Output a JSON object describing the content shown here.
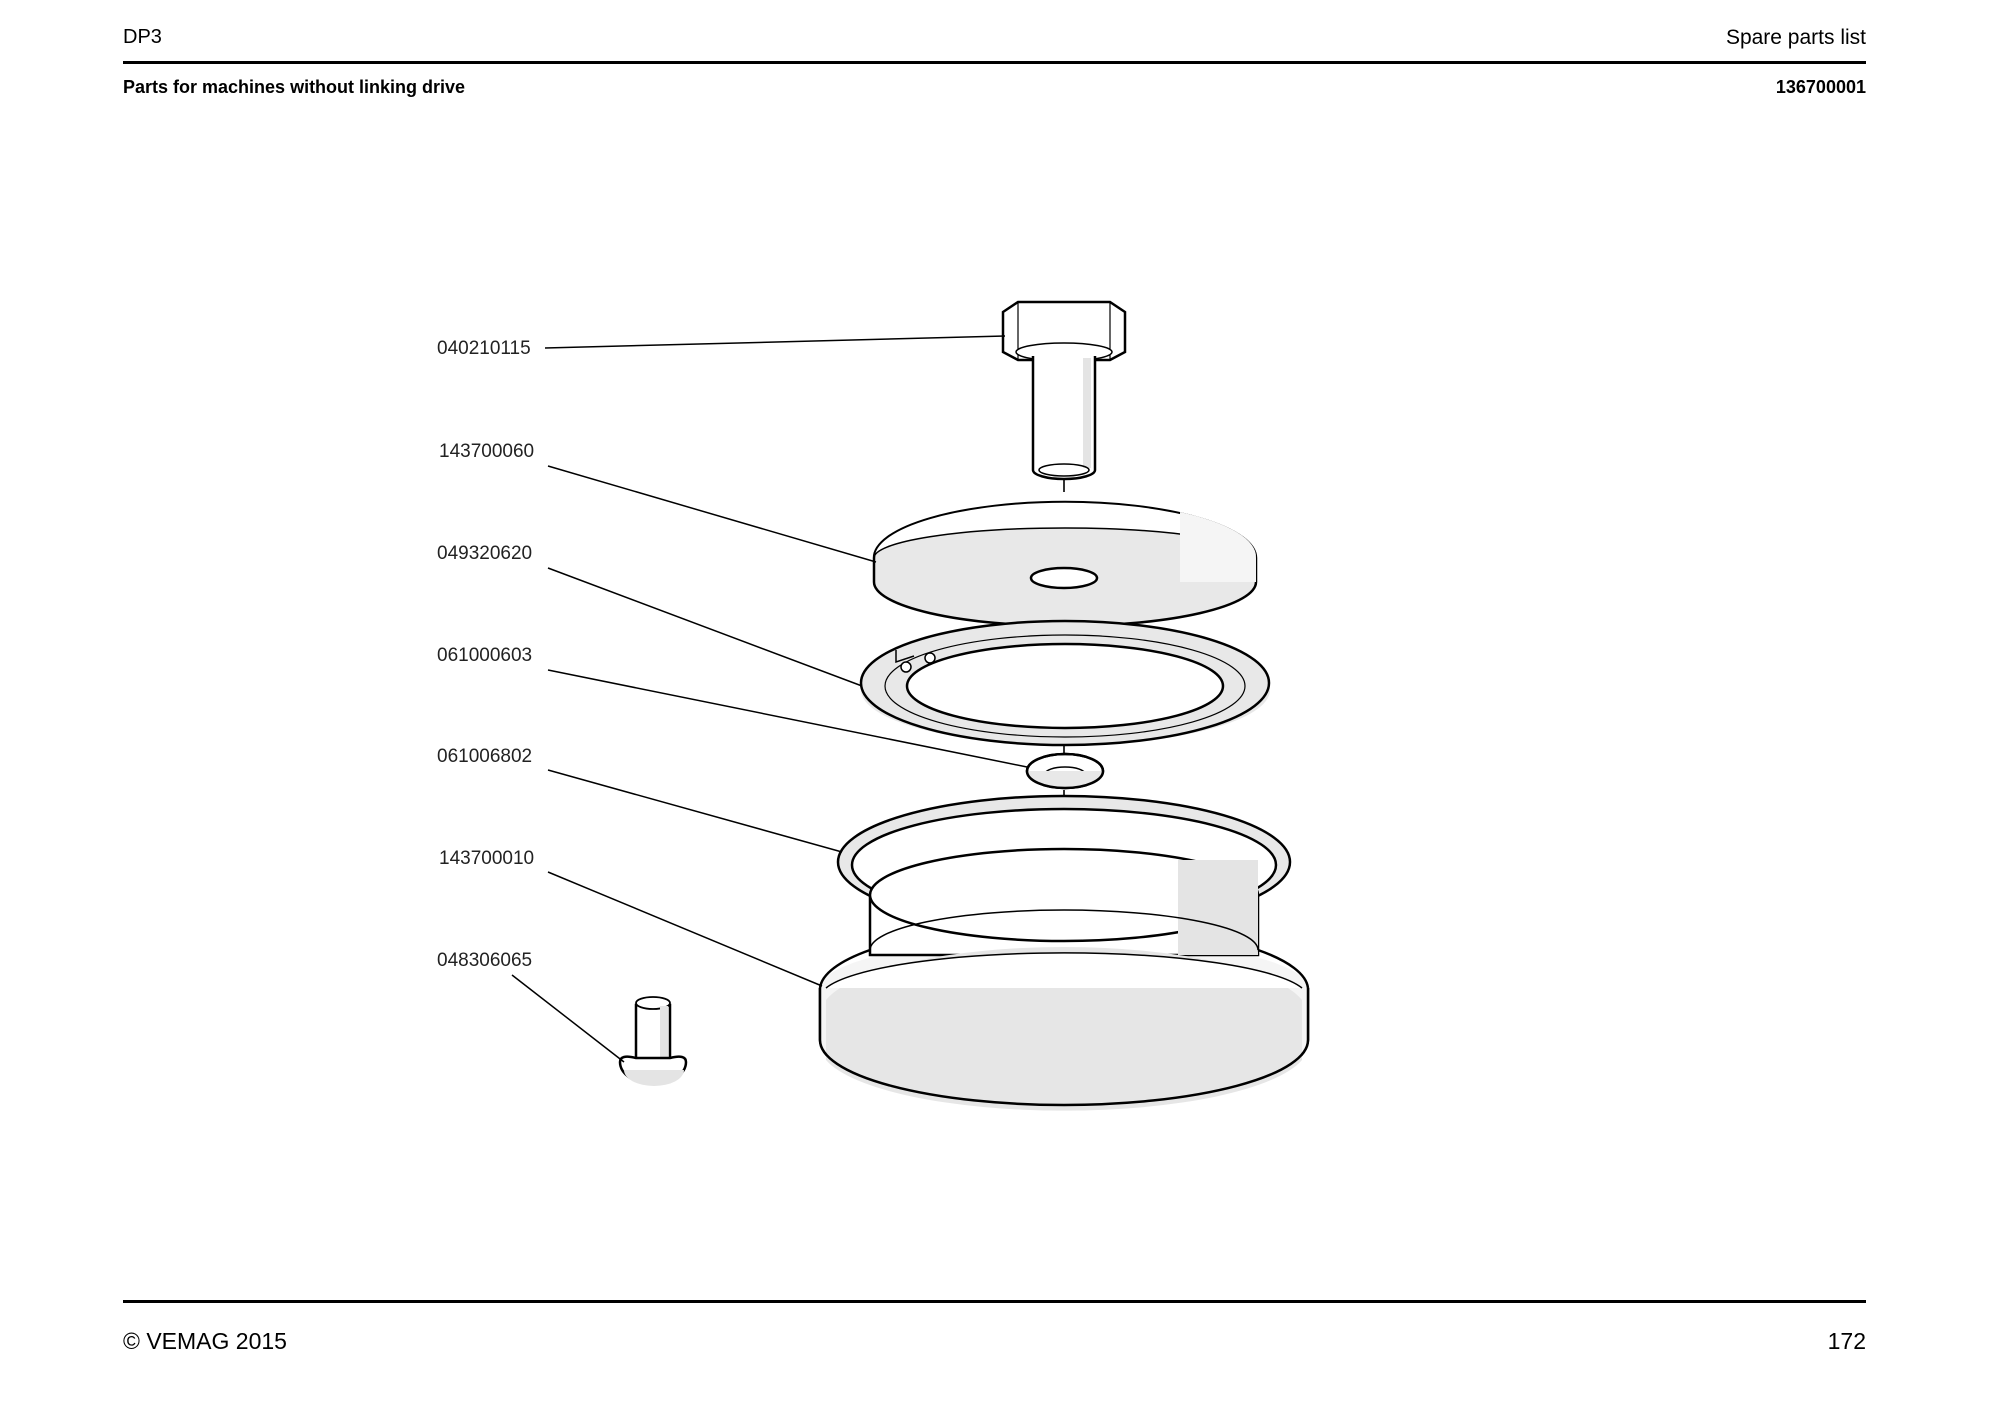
{
  "header": {
    "left": "DP3",
    "right": "Spare parts list",
    "subtitle": "Parts for machines without linking drive",
    "document_number": "136700001"
  },
  "figure": {
    "callouts": [
      {
        "part_number": "040210115",
        "part": "hex-bolt"
      },
      {
        "part_number": "143700060",
        "part": "top-disc"
      },
      {
        "part_number": "049320620",
        "part": "ring-plate"
      },
      {
        "part_number": "061000603",
        "part": "small-washer"
      },
      {
        "part_number": "061006802",
        "part": "o-ring"
      },
      {
        "part_number": "143700010",
        "part": "base-housing"
      },
      {
        "part_number": "048306065",
        "part": "dome-pin"
      }
    ]
  },
  "footer": {
    "copyright": "© VEMAG 2015",
    "page_number": "172"
  }
}
